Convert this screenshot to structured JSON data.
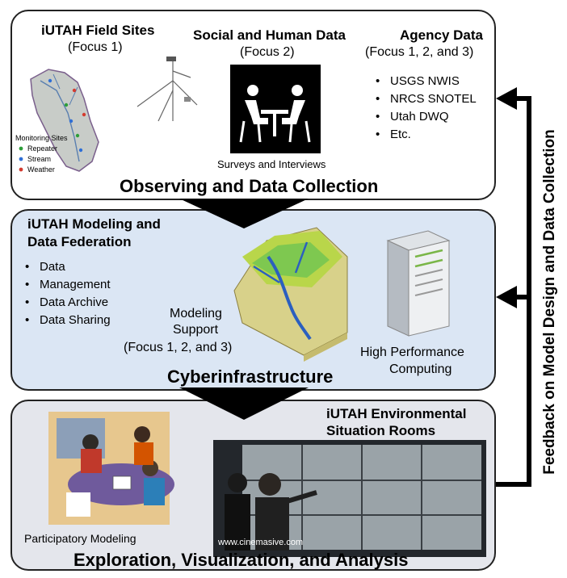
{
  "observing": {
    "field_sites_title": "iUTAH Field Sites",
    "field_sites_focus": "(Focus 1)",
    "social_title": "Social and Human Data",
    "social_focus": "(Focus 2)",
    "agency_title": "Agency Data",
    "agency_focus": "(Focus 1, 2, and 3)",
    "agency_items": [
      "USGS NWIS",
      "NRCS SNOTEL",
      "Utah DWQ",
      "Etc."
    ],
    "map_legend": {
      "title": "Monitoring Sites",
      "items": [
        {
          "label": "Repeater",
          "color": "#2e9e3a"
        },
        {
          "label": "Stream",
          "color": "#2f6fd6"
        },
        {
          "label": "Weather",
          "color": "#d43b2f"
        }
      ]
    },
    "surveys_caption": "Surveys and Interviews",
    "section_title": "Observing and Data Collection"
  },
  "cyber": {
    "modeling_title_line1": "iUTAH Modeling and",
    "modeling_title_line2": "Data Federation",
    "items": [
      "Data",
      "Management",
      "Data Archive",
      "Data Sharing"
    ],
    "support_line1": "Modeling",
    "support_line2": "Support",
    "support_line3": "(Focus 1, 2, and 3)",
    "hpc_line1": "High Performance",
    "hpc_line2": "Computing",
    "section_title": "Cyberinfrastructure"
  },
  "exploration": {
    "rooms_line1": "iUTAH Environmental",
    "rooms_line2": "Situation Rooms",
    "participatory_caption": "Participatory Modeling",
    "photo_credit": "www.cinemasive.com",
    "section_title": "Exploration, Visualization, and Analysis"
  },
  "feedback_label": "Feedback on Model Design and Data Collection",
  "colors": {
    "arrow": "#000000",
    "panel2_bg": "#dbe6f4",
    "panel3_bg": "#e4e6ec"
  }
}
